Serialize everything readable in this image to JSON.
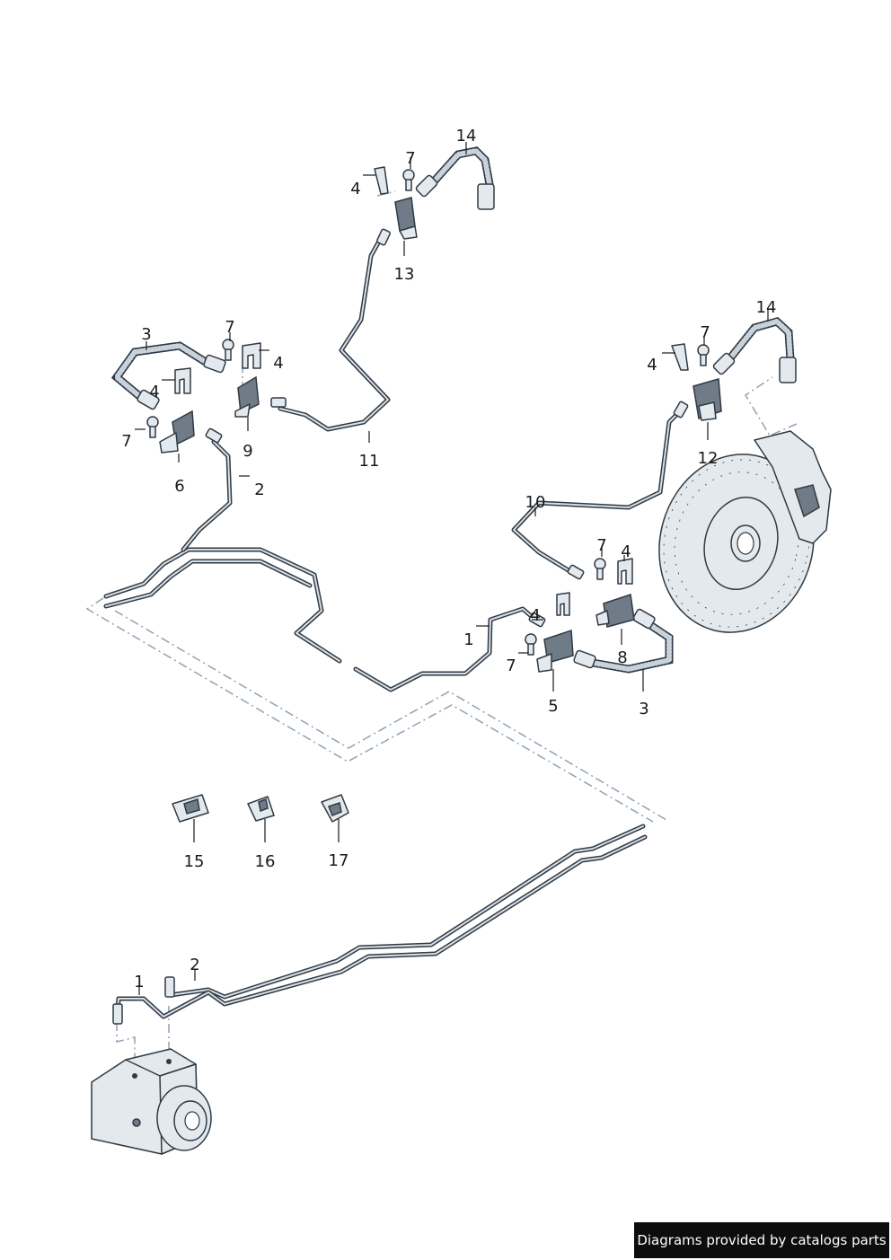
{
  "callouts": [
    {
      "id": "c14a",
      "text": "14"
    },
    {
      "id": "c7a",
      "text": "7"
    },
    {
      "id": "c4a",
      "text": "4"
    },
    {
      "id": "c13",
      "text": "13"
    },
    {
      "id": "c3a",
      "text": "3"
    },
    {
      "id": "c7b",
      "text": "7"
    },
    {
      "id": "c4b",
      "text": "4"
    },
    {
      "id": "c4c",
      "text": "4"
    },
    {
      "id": "c7c",
      "text": "7"
    },
    {
      "id": "c9",
      "text": "9"
    },
    {
      "id": "c6",
      "text": "6"
    },
    {
      "id": "c2a",
      "text": "2"
    },
    {
      "id": "c11",
      "text": "11"
    },
    {
      "id": "c14b",
      "text": "14"
    },
    {
      "id": "c7d",
      "text": "7"
    },
    {
      "id": "c4d",
      "text": "4"
    },
    {
      "id": "c12",
      "text": "12"
    },
    {
      "id": "c10",
      "text": "10"
    },
    {
      "id": "c7e",
      "text": "7"
    },
    {
      "id": "c4e",
      "text": "4"
    },
    {
      "id": "c4f",
      "text": "4"
    },
    {
      "id": "c1a",
      "text": "1"
    },
    {
      "id": "c8",
      "text": "8"
    },
    {
      "id": "c7f",
      "text": "7"
    },
    {
      "id": "c5",
      "text": "5"
    },
    {
      "id": "c3b",
      "text": "3"
    },
    {
      "id": "c15",
      "text": "15"
    },
    {
      "id": "c16",
      "text": "16"
    },
    {
      "id": "c17",
      "text": "17"
    },
    {
      "id": "c1b",
      "text": "1"
    },
    {
      "id": "c2b",
      "text": "2"
    }
  ],
  "footer": {
    "credit_text": "Diagrams provided by catalogs parts",
    "background": "#0d0d0d",
    "text_color": "#ffffff"
  },
  "colors": {
    "line": "#2f3a45",
    "part_fill": "#e4e9ee",
    "phantom_line": "#8fa3b5"
  }
}
